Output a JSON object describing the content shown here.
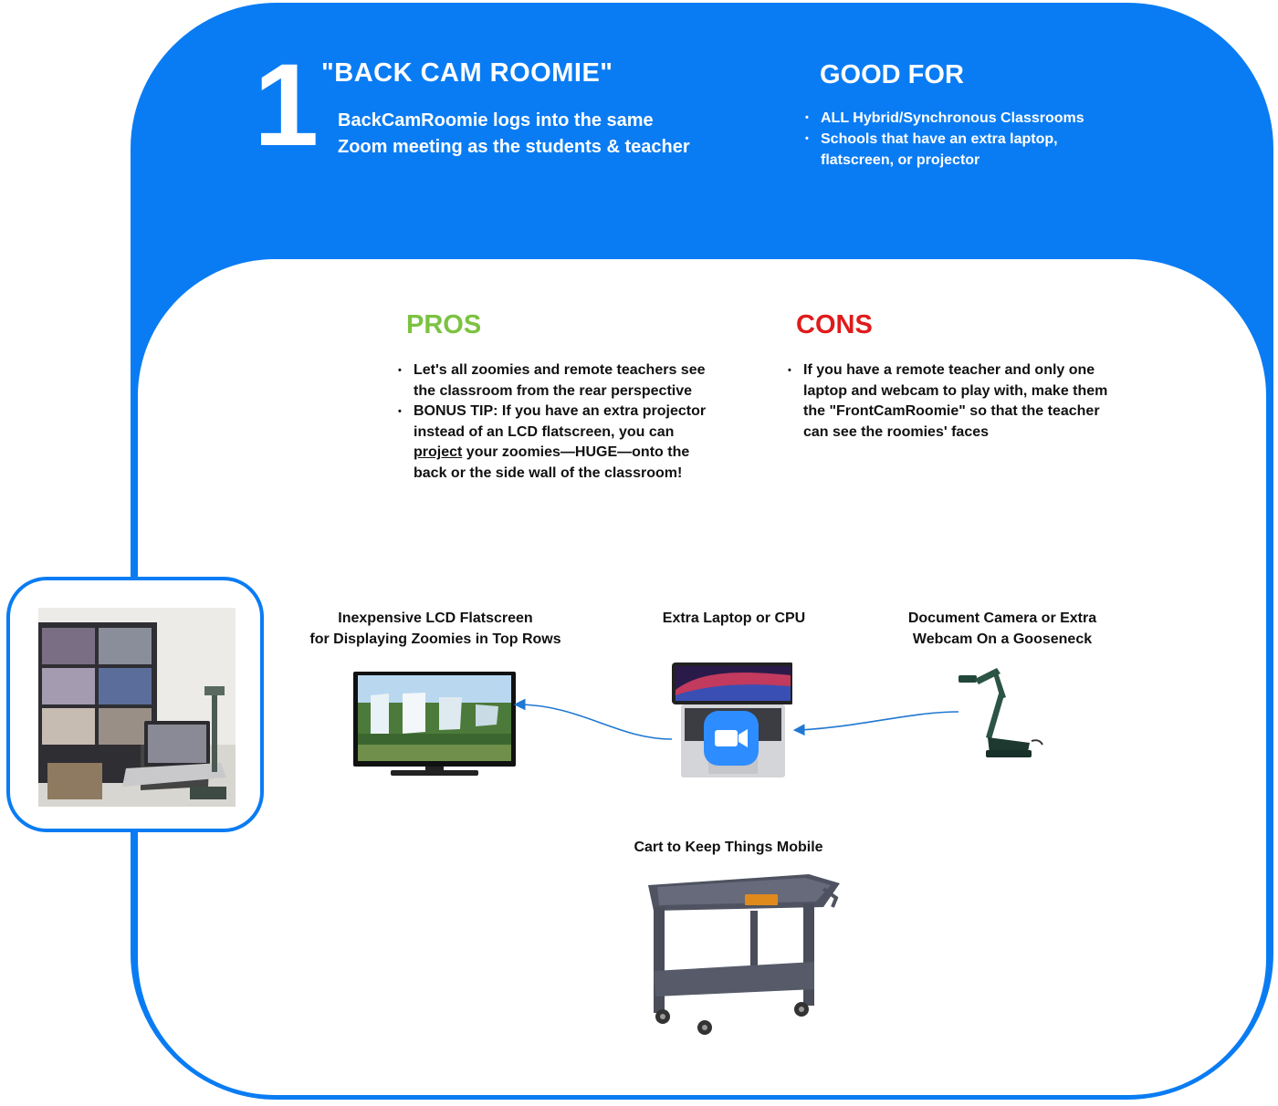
{
  "header": {
    "number": "1",
    "title": "\"BACK CAM ROOMIE\"",
    "subtitle_line1": "BackCamRoomie logs into the same",
    "subtitle_line2": "Zoom meeting as the students & teacher"
  },
  "good_for": {
    "title": "GOOD FOR",
    "items": [
      "ALL Hybrid/Synchronous Classrooms",
      "Schools that have an extra laptop, flatscreen, or projector"
    ]
  },
  "pros": {
    "title": "PROS",
    "item1": "Let's all zoomies and remote teachers see the classroom from the rear perspective",
    "item2_before": "BONUS TIP: If you have an extra projector instead of an LCD flatscreen, you can ",
    "item2_link": "project",
    "item2_after": " your zoomies—HUGE—onto the back or the side wall of the classroom!"
  },
  "cons": {
    "title": "CONS",
    "items": [
      "If you have a remote teacher and only one laptop and webcam to play with, make them the \"FrontCamRoomie\" so that the teacher can see the roomies' faces"
    ]
  },
  "equipment": {
    "flatscreen_line1": "Inexpensive LCD Flatscreen",
    "flatscreen_line2": "for Displaying Zoomies in Top Rows",
    "laptop": "Extra Laptop or CPU",
    "camera_line1": "Document Camera or Extra",
    "camera_line2": "Webcam On a Gooseneck",
    "cart": "Cart to Keep Things Mobile"
  },
  "colors": {
    "primary_blue": "#0a7cf3",
    "pros_green": "#7cc242",
    "cons_red": "#e01b1b",
    "arrow_blue": "#1f78d1"
  },
  "icons": [
    "zoom-camera-icon",
    "tv-illustration",
    "laptop-illustration",
    "document-camera-illustration",
    "cart-illustration",
    "classroom-photo"
  ]
}
